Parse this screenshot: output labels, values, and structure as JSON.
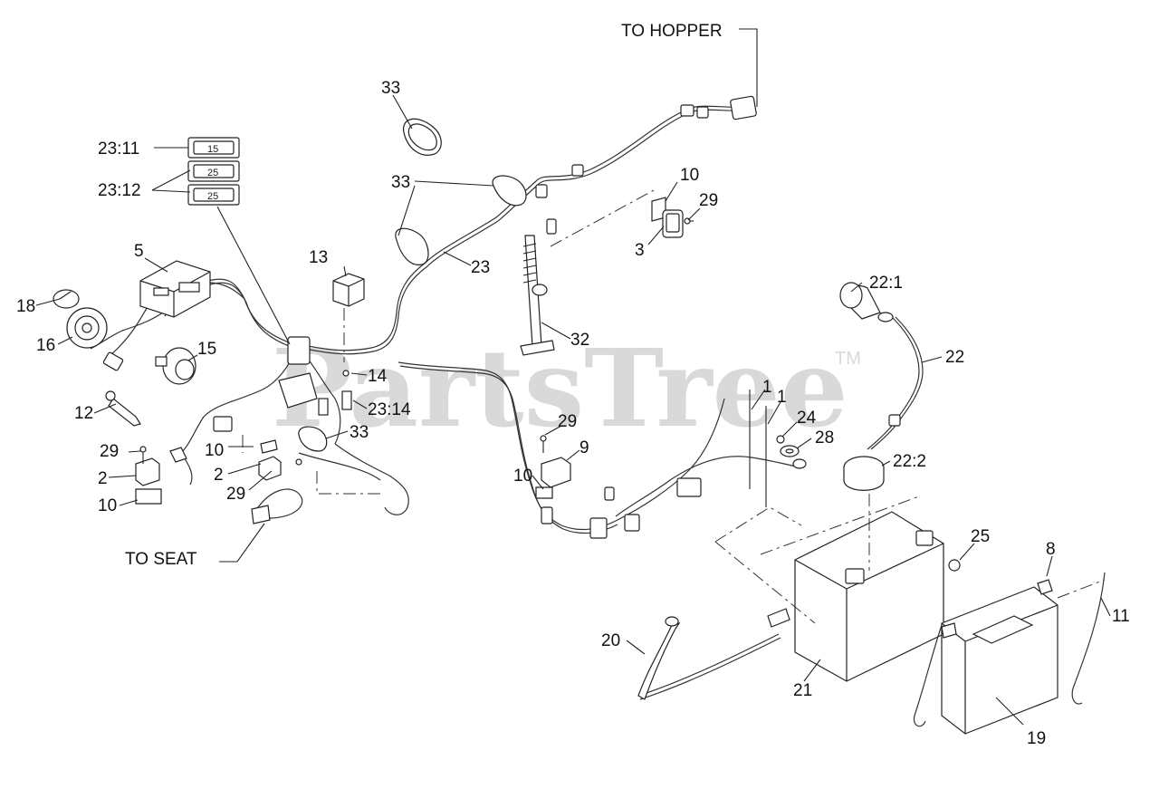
{
  "watermark": {
    "text": "PartsTree",
    "tm": "TM"
  },
  "fuses": [
    "15",
    "25",
    "25"
  ],
  "labels": {
    "to_hopper": "TO HOPPER",
    "to_seat": "TO SEAT",
    "c33a": "33",
    "c23_11": "23:11",
    "c23_12": "23:12",
    "c33b": "33",
    "c10a": "10",
    "c29a": "29",
    "c3": "3",
    "c5": "5",
    "c13": "13",
    "c23": "23",
    "c18": "18",
    "c16": "16",
    "c15": "15",
    "c32": "32",
    "c22_1": "22:1",
    "c22": "22",
    "c14": "14",
    "c23_14": "23:14",
    "c12": "12",
    "c1a": "1",
    "c1b": "1",
    "c33c": "33",
    "c29b": "29",
    "c24": "24",
    "c29c": "29",
    "c10b": "10",
    "c9": "9",
    "c28": "28",
    "c22_2": "22:2",
    "c2a": "2",
    "c2b": "2",
    "c10c": "10",
    "c10d": "10",
    "c29d": "29",
    "c25": "25",
    "c8": "8",
    "c11": "11",
    "c20": "20",
    "c21": "21",
    "c19": "19"
  }
}
